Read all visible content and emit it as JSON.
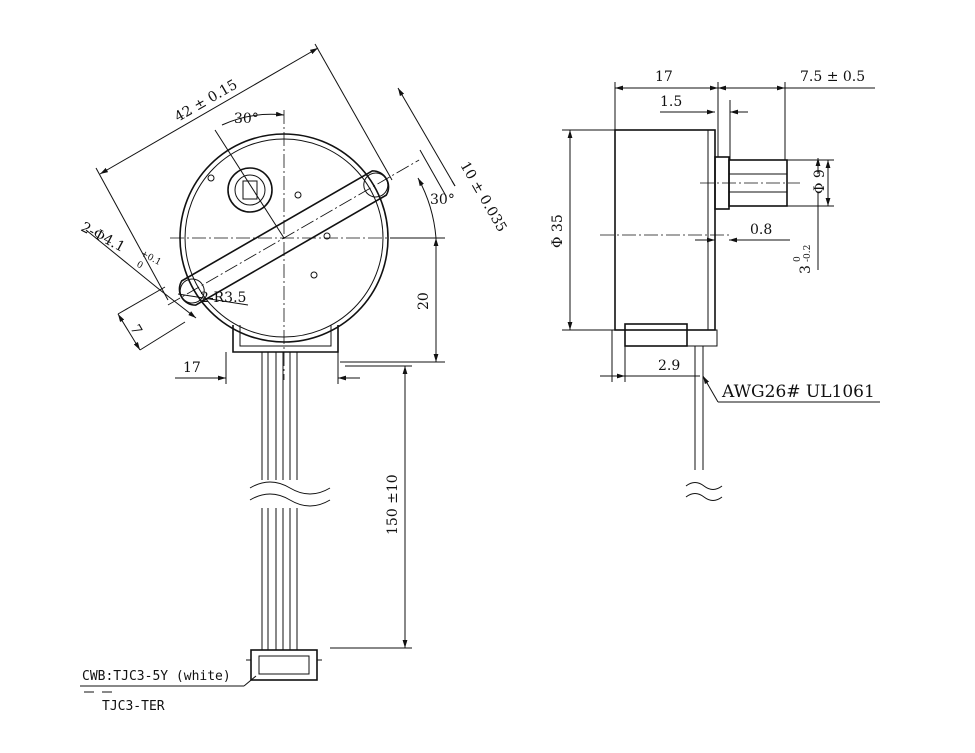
{
  "front_view": {
    "dim_mount_spacing": "42 ± 0.15",
    "dim_angle_top": "30°",
    "dim_angle_right": "30°",
    "dim_ear_width": "10 ± 0.035",
    "dim_hole": "2-Φ4.1",
    "dim_hole_tol_upper": "+0.1",
    "dim_hole_tol_lower": "0",
    "dim_radius": "2-R3.5",
    "dim_ear_offset": "7",
    "dim_height": "20",
    "dim_width": "17",
    "dim_lead_length": "150 ±10"
  },
  "side_view": {
    "dim_body_depth": "17",
    "dim_flange": "1.5",
    "dim_shaft_length": "7.5 ± 0.5",
    "dim_body_dia": "Φ 35",
    "dim_shaft_dia": "Φ 9",
    "dim_gap": "0.8",
    "dim_flat": "3",
    "dim_flat_tol_upper": "0",
    "dim_flat_tol_lower": "-0.2",
    "dim_connector": "2.9",
    "wire_spec": "AWG26# UL1061"
  },
  "connector": {
    "housing": "CWB:TJC3-5Y (white)",
    "terminal": "TJC3-TER"
  }
}
